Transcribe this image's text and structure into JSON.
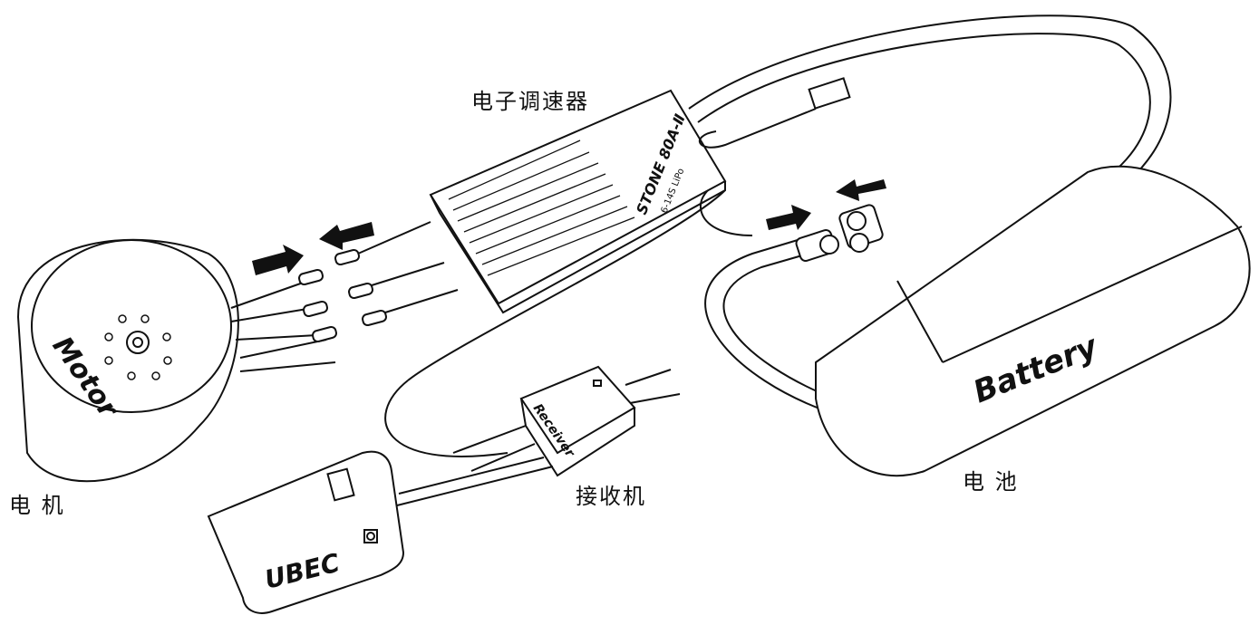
{
  "captions": {
    "esc": "电子调速器",
    "motor": "电 机",
    "receiver": "接收机",
    "battery": "电 池"
  },
  "device_labels": {
    "motor": "Motor",
    "battery": "Battery",
    "receiver": "Receiver",
    "ubec": "UBEC",
    "esc_model": "STONE 80A-Ⅱ",
    "esc_spec": "6-14S LiPo"
  }
}
